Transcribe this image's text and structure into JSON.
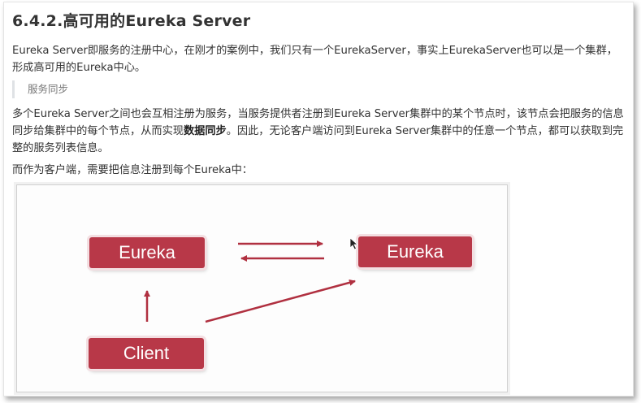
{
  "heading": "6.4.2.高可用的Eureka Server",
  "intro": "Eureka Server即服务的注册中心，在刚才的案例中，我们只有一个EurekaServer，事实上EurekaServer也可以是一个集群，形成高可用的Eureka中心。",
  "quote": "服务同步",
  "sync_paragraph": {
    "before": "多个Eureka Server之间也会互相注册为服务，当服务提供者注册到Eureka Server集群中的某个节点时，该节点会把服务的信息同步给集群中的每个节点，从而实现",
    "emphasis": "数据同步",
    "after": "。因此，无论客户端访问到Eureka Server集群中的任意一个节点，都可以获取到完整的服务列表信息。"
  },
  "client_paragraph": "而作为客户端，需要把信息注册到每个Eureka中：",
  "diagram": {
    "node_left": "Eureka",
    "node_right": "Eureka",
    "node_client": "Client",
    "node_color": "#b83848",
    "arrow_color": "#b03040"
  }
}
